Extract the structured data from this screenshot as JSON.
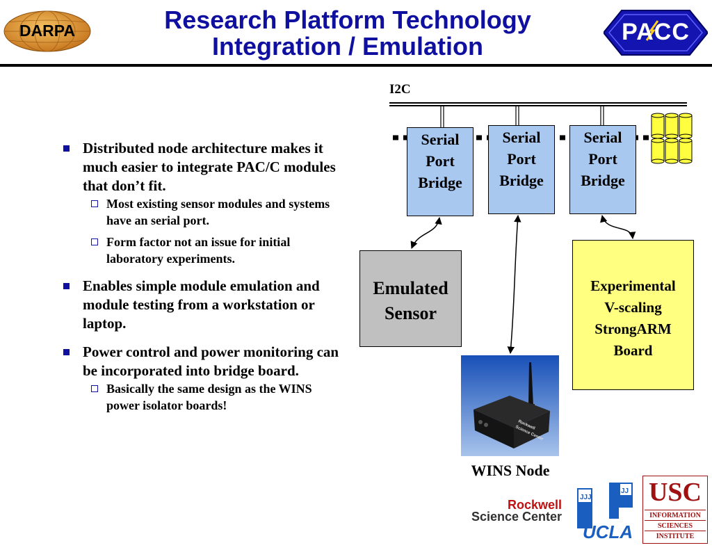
{
  "header": {
    "title_line1": "Research Platform Technology",
    "title_line2": "Integration / Emulation",
    "left_logo_text": "DARPA",
    "right_logo_text": "PACC"
  },
  "bullets": [
    {
      "text": "Distributed node architecture makes it much easier to integrate PAC/C modules that don’t fit.",
      "sub": [
        "Most existing sensor modules and systems have an serial port.",
        "Form factor not an issue for initial laboratory experiments."
      ]
    },
    {
      "text": "Enables simple module emulation and module testing from a workstation or laptop.",
      "sub": []
    },
    {
      "text": "Power control and power monitoring can be incorporated into bridge board.",
      "sub": [
        "Basically the same design as the WINS power isolator boards!"
      ]
    }
  ],
  "diagram": {
    "bus_label": "I2C",
    "bridges": [
      {
        "line1": "Serial",
        "line2": "Port",
        "line3": "Bridge"
      },
      {
        "line1": "Serial",
        "line2": "Port",
        "line3": "Bridge"
      },
      {
        "line1": "Serial",
        "line2": "Port",
        "line3": "Bridge"
      }
    ],
    "emulated_sensor": {
      "line1": "Emulated",
      "line2": "Sensor"
    },
    "board": {
      "line1": "Experimental",
      "line2": "V-scaling",
      "line3": "StrongARM",
      "line4": "Board"
    },
    "wins_label": "WINS Node",
    "wins_device_text_1": "Rockwell",
    "wins_device_text_2": "Science Center",
    "colors": {
      "bridge_fill": "#a8c8f0",
      "sensor_fill": "#c0c0c0",
      "board_fill": "#ffff80",
      "battery_fill": "#ffff40",
      "title_color": "#1010a0"
    }
  },
  "footer": {
    "rockwell_line1": "Rockwell",
    "rockwell_line2": "Science Center",
    "ucla_text": "UCLA",
    "usc_main": "USC",
    "usc_sub1": "INFORMATION",
    "usc_sub2": "SCIENCES",
    "usc_sub3": "INSTITUTE"
  }
}
